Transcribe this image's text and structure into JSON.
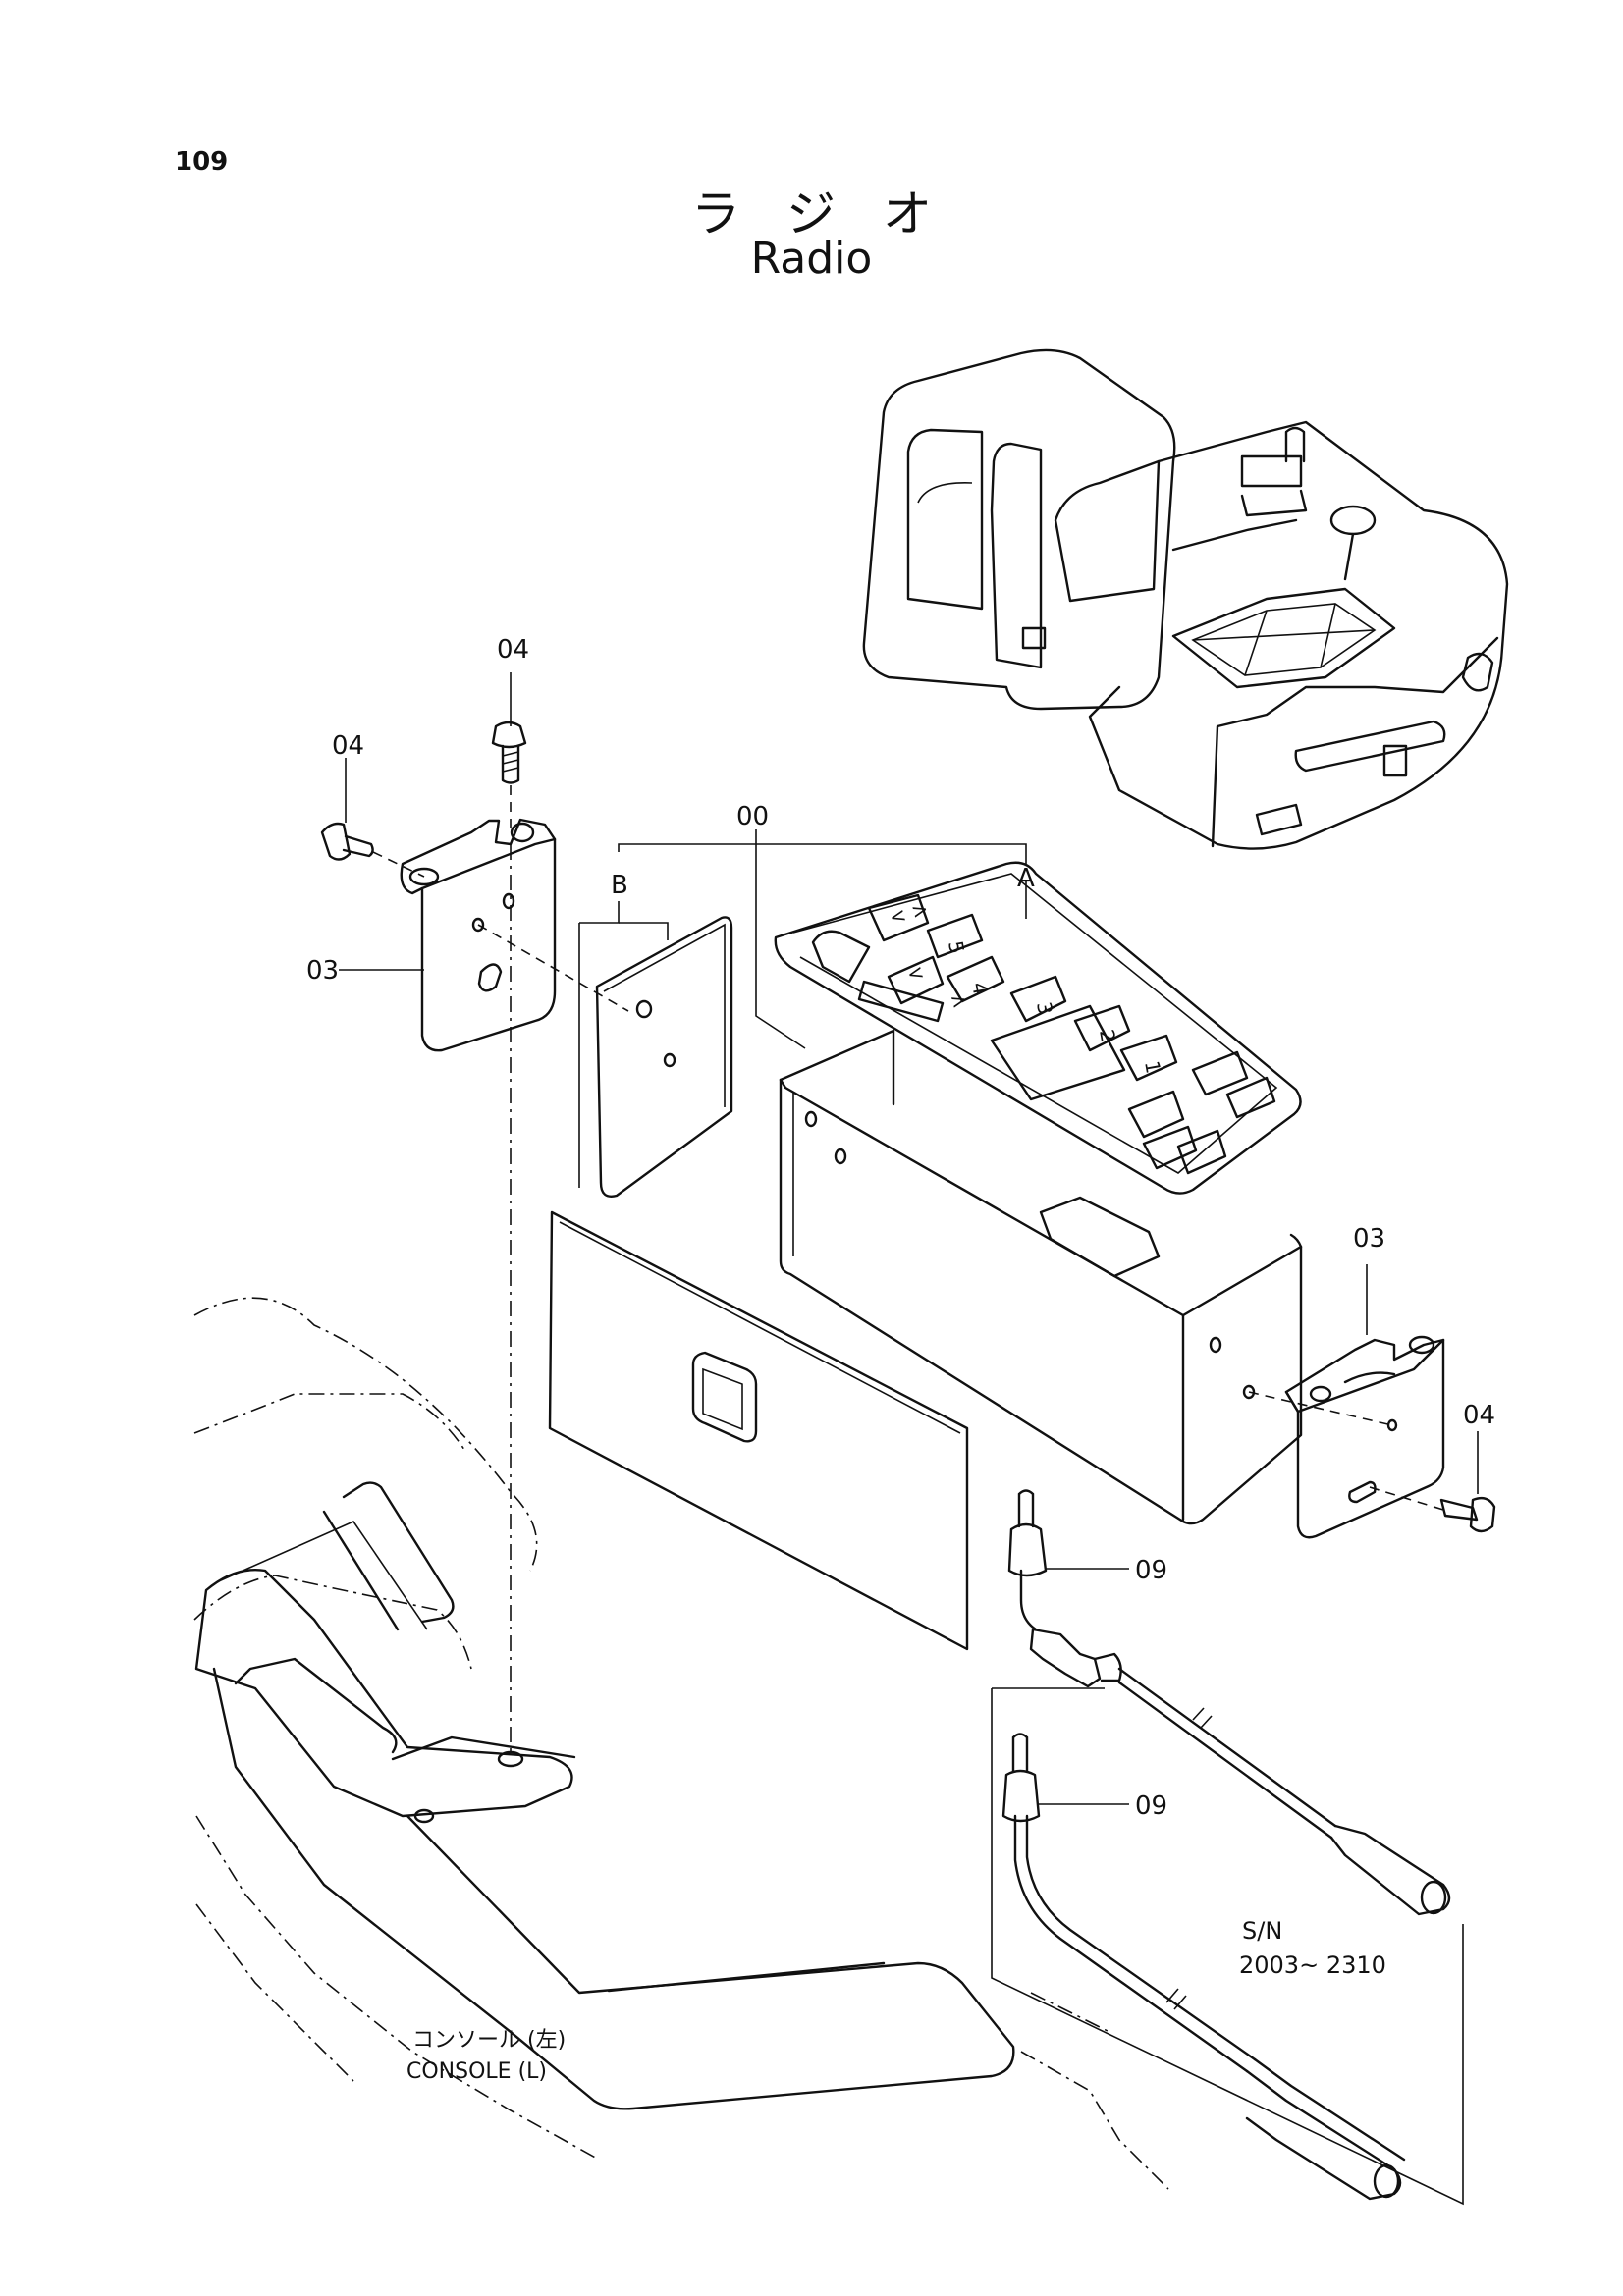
{
  "page": {
    "number": "109",
    "title_jp": "ラジオ",
    "title_en": "Radio"
  },
  "callouts": {
    "screw_top": "04",
    "screw_left": "04",
    "bracket_left": "03",
    "assembly": "00",
    "sub_a": "A",
    "sub_b": "B",
    "bracket_right": "03",
    "screw_right": "04",
    "cable_1": "09",
    "cable_2": "09"
  },
  "notes": {
    "serial_label": "S/N",
    "serial_range": "2003~ 2310",
    "console_jp": "コンソール (左)",
    "console_en": "CONSOLE (L)"
  },
  "radio_buttons": [
    "< >",
    "5",
    "4",
    "3",
    "2",
    "1",
    "<",
    ">"
  ]
}
